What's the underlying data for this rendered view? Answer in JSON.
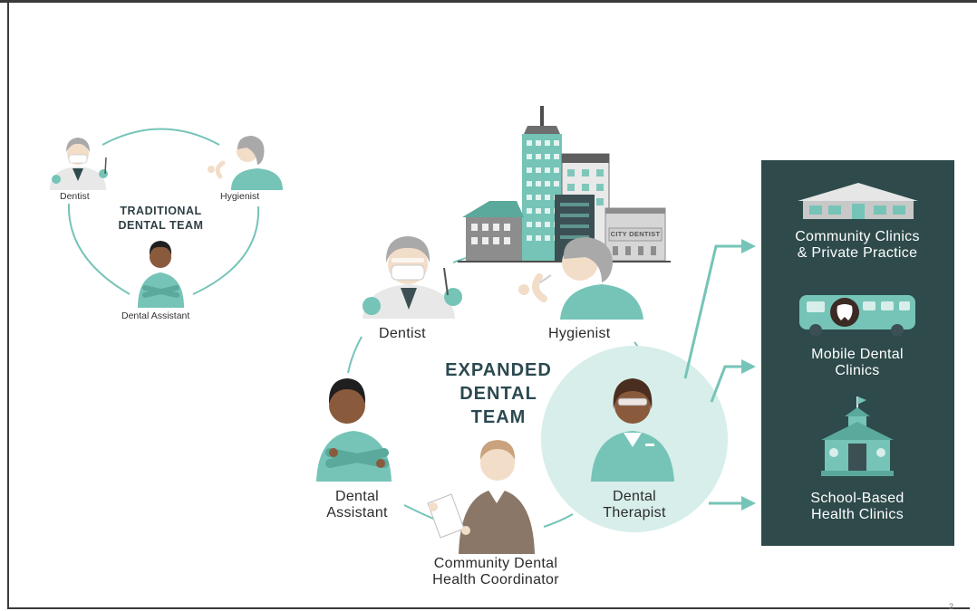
{
  "traditional_team": {
    "title_line1": "TRADITIONAL",
    "title_line2": "DENTAL TEAM",
    "dentist": "Dentist",
    "hygienist": "Hygienist",
    "dental_assistant": "Dental Assistant"
  },
  "expanded_team": {
    "title_line1": "EXPANDED",
    "title_line2": "DENTAL",
    "title_line3": "TEAM",
    "dentist": "Dentist",
    "hygienist": "Hygienist",
    "dental_assistant_line1": "Dental",
    "dental_assistant_line2": "Assistant",
    "dental_therapist_line1": "Dental",
    "dental_therapist_line2": "Therapist",
    "coordinator_line1": "Community Dental",
    "coordinator_line2": "Health Coordinator",
    "building_sign": "CITY DENTIST"
  },
  "settings_panel": {
    "community_line1": "Community Clinics",
    "community_line2": "& Private Practice",
    "mobile_line1": "Mobile Dental",
    "mobile_line2": "Clinics",
    "school_line1": "School-Based",
    "school_line2": "Health Clinics"
  },
  "page_number": "2",
  "colors": {
    "teal": "#75c4b7",
    "teal_light": "#d7eeea",
    "panel": "#2e4a4b",
    "skin_light": "#f2ddc9",
    "skin_dark": "#8a5a3c",
    "hair_gray": "#a9a9a9",
    "building": "#8d8d8d"
  }
}
